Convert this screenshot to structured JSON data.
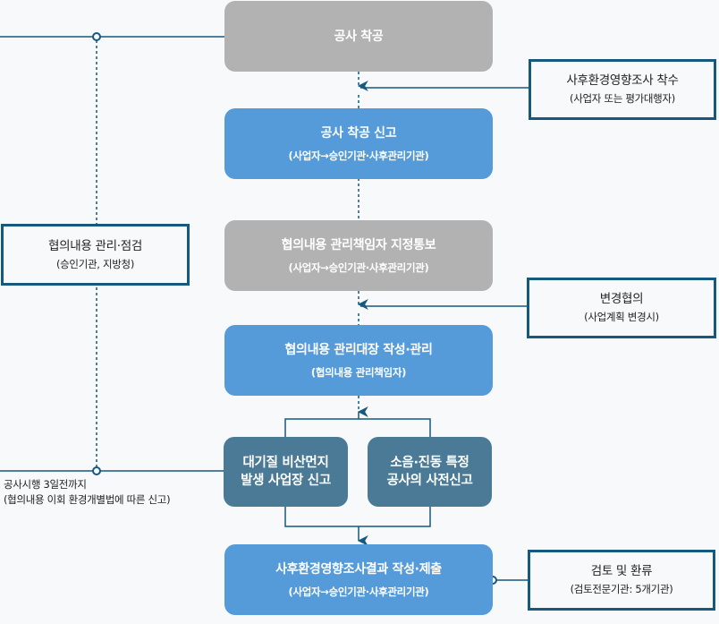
{
  "colors": {
    "line": "#16587e",
    "gray_box": "#b2b2b2",
    "blue_box": "#559bda",
    "teal_box": "#4a7a96",
    "background": "#f7f9fb"
  },
  "flow": {
    "start": {
      "title": "공사 착공"
    },
    "report": {
      "title": "공사 착공 신고",
      "subtitle": "(사업자→승인기관·사후관리기관)"
    },
    "designate": {
      "title": "협의내용 관리책임자 지정통보",
      "subtitle": "(사업자→승인기관·사후관리기관)"
    },
    "ledger": {
      "title": "협의내용 관리대장 작성·관리",
      "subtitle": "(협의내용 관리책임자)"
    },
    "dust": {
      "line1": "대기질 비산먼지",
      "line2": "발생 사업장 신고"
    },
    "noise": {
      "line1": "소음·진동 특정",
      "line2": "공사의 사전신고"
    },
    "result": {
      "title": "사후환경영향조사결과 작성·제출",
      "subtitle": "(사업자→승인기관·사후관리기관)"
    }
  },
  "notes": {
    "survey_start": {
      "title": "사후환경영향조사 착수",
      "subtitle": "(사업자 또는 평가대행자)"
    },
    "change": {
      "title": "변경협의",
      "subtitle": "(사업계획 변경시)"
    },
    "review": {
      "title": "검토 및 환류",
      "subtitle": "(검토전문기관: 5개기관)"
    },
    "inspection": {
      "title": "협의내용 관리·점검",
      "subtitle": "(승인기관, 지방청)"
    }
  },
  "side_text": {
    "line1": "공사시행 3일전까지",
    "line2": "(협의내용 이회 환경개별법에 따른 신고)"
  }
}
